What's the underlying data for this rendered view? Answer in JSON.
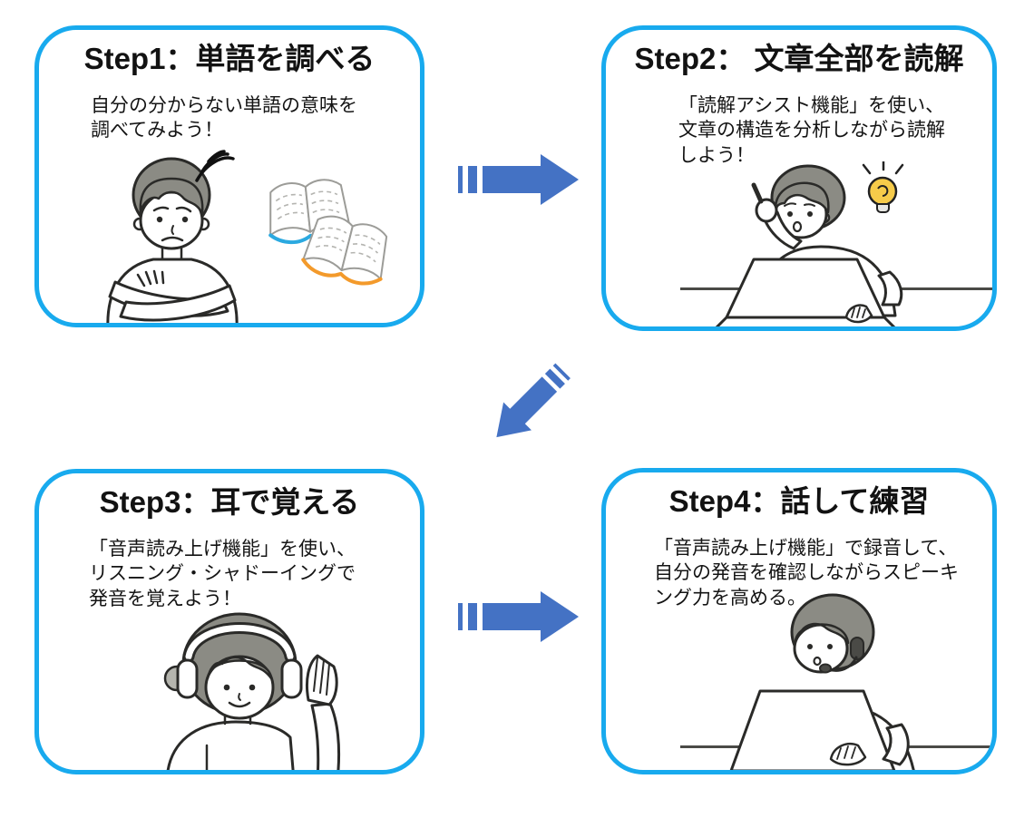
{
  "steps": [
    {
      "title": "Step1：単語を調べる",
      "body": "自分の分からない単語の意味を\n調べてみよう！",
      "illustration": "puzzled-student-with-open-books"
    },
    {
      "title": "Step2： 文章全部を読解",
      "body": "「読解アシスト機能」を使い、\n文章の構造を分析しながら読解\nしよう！",
      "illustration": "student-at-laptop-with-idea-lightbulb"
    },
    {
      "title": "Step3：耳で覚える",
      "body": "「音声読み上げ機能」を使い、\nリスニング・シャドーイングで\n発音を覚えよう！",
      "illustration": "student-with-headphones-listening"
    },
    {
      "title": "Step4：話して練習",
      "body": "「音声読み上げ機能」で録音して、\n自分の発音を確認しながらスピーキ\nング力を高める。",
      "illustration": "student-with-headset-at-laptop"
    }
  ],
  "arrows": [
    {
      "name": "arrow-step1-to-step2",
      "direction": "right",
      "style": "striped"
    },
    {
      "name": "arrow-step2-to-step3",
      "direction": "down-left",
      "style": "striped"
    },
    {
      "name": "arrow-step3-to-step4",
      "direction": "right",
      "style": "striped"
    }
  ],
  "colors": {
    "box_border": "#18AAEE",
    "arrow": "#4472C4",
    "outline": "#2A2A28",
    "hair": "#8B8B84",
    "bulb": "#F6CB4A",
    "book_accent_1": "#2BA9E0",
    "book_accent_2": "#F39A2B",
    "headset_dark": "#4A4A46",
    "desk": "#4A4A46"
  }
}
